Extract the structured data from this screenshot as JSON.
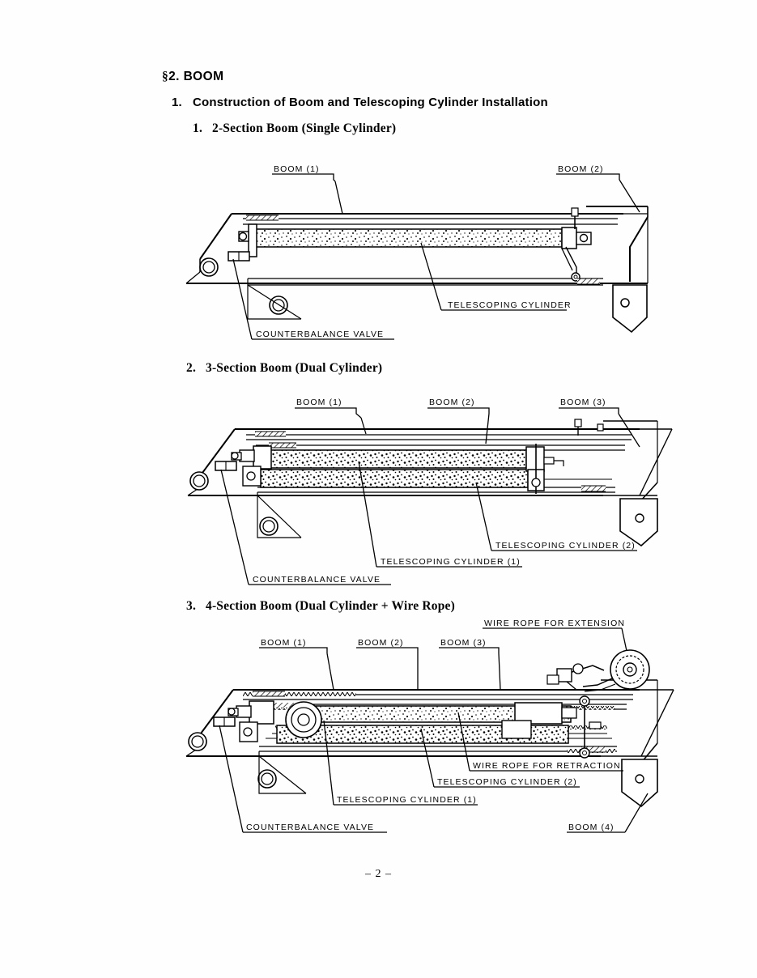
{
  "document": {
    "section_heading": "§2.  BOOM",
    "section_mark": "§",
    "section_title": "2.  BOOM",
    "subsection_number": "1.",
    "subsection_title": "Construction of Boom and Telescoping Cylinder Installation",
    "page_number": "– 2 –"
  },
  "figures": [
    {
      "number": "1.",
      "title": "2-Section Boom (Single Cylinder)",
      "labels": {
        "boom1": "BOOM (1)",
        "boom2": "BOOM (2)",
        "telescoping_cylinder": "TELESCOPING CYLINDER",
        "counterbalance_valve": "COUNTERBALANCE VALVE"
      }
    },
    {
      "number": "2.",
      "title": "3-Section Boom (Dual Cylinder)",
      "labels": {
        "boom1": "BOOM (1)",
        "boom2": "BOOM (2)",
        "boom3": "BOOM (3)",
        "telescoping_cylinder_1": "TELESCOPING CYLINDER (1)",
        "telescoping_cylinder_2": "TELESCOPING CYLINDER (2)",
        "counterbalance_valve": "COUNTERBALANCE VALVE"
      }
    },
    {
      "number": "3.",
      "title": "4-Section Boom (Dual Cylinder + Wire Rope)",
      "labels": {
        "boom1": "BOOM (1)",
        "boom2": "BOOM (2)",
        "boom3": "BOOM (3)",
        "boom4": "BOOM (4)",
        "wire_rope_extension": "WIRE ROPE FOR EXTENSION",
        "wire_rope_retraction": "WIRE ROPE FOR RETRACTION",
        "telescoping_cylinder_1": "TELESCOPING CYLINDER (1)",
        "telescoping_cylinder_2": "TELESCOPING CYLINDER (2)",
        "counterbalance_valve": "COUNTERBALANCE VALVE"
      }
    }
  ],
  "colors": {
    "ink": "#000000",
    "paper": "#fefefe"
  }
}
